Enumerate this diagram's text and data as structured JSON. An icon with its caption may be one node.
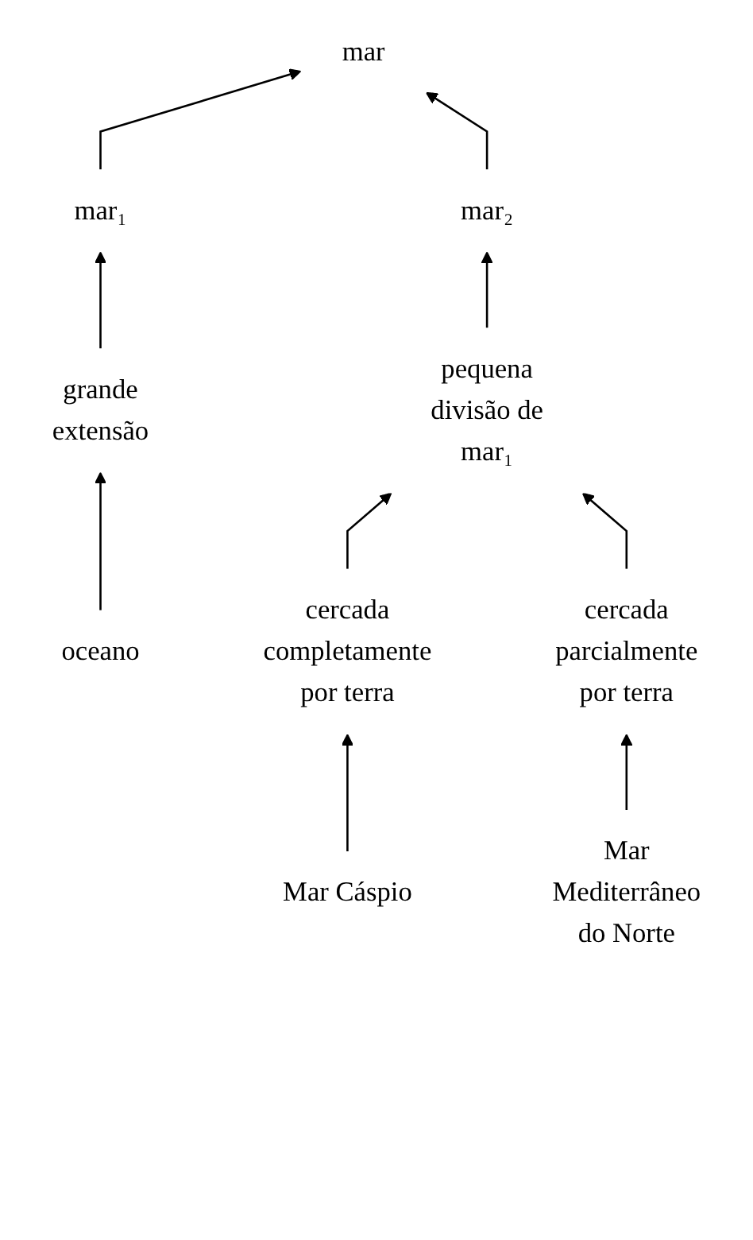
{
  "diagram": {
    "nodes": [
      {
        "text": [
          "mar"
        ]
      },
      {
        "text": [
          "mar₁"
        ]
      },
      {
        "text": [
          "mar₂"
        ]
      },
      {
        "text": [
          "grande extensão"
        ]
      },
      {
        "text": [
          "pequena divisão de mar₁"
        ]
      },
      {
        "text": [
          "oceano"
        ]
      },
      {
        "text": [
          "cercada completamente por terra"
        ]
      },
      {
        "text": [
          "cercada parcialmente por terra"
        ]
      },
      {
        "text": [
          "Mar Cáspio"
        ]
      },
      {
        "text": [
          "Mar Mediterrâneo do Norte"
        ]
      }
    ],
    "edges": [
      {
        "from": 1,
        "to": 0,
        "arrow": "to"
      },
      {
        "from": 2,
        "to": 0,
        "arrow": "to"
      },
      {
        "from": 3,
        "to": 1,
        "arrow": "to"
      },
      {
        "from": 4,
        "to": 2,
        "arrow": "to"
      },
      {
        "from": 5,
        "to": 3,
        "arrow": "to"
      },
      {
        "from": 6,
        "to": 4,
        "arrow": "to"
      },
      {
        "from": 7,
        "to": 4,
        "arrow": "to"
      },
      {
        "from": 8,
        "to": 6,
        "arrow": "to"
      },
      {
        "from": 9,
        "to": 7,
        "arrow": "to"
      }
    ]
  }
}
